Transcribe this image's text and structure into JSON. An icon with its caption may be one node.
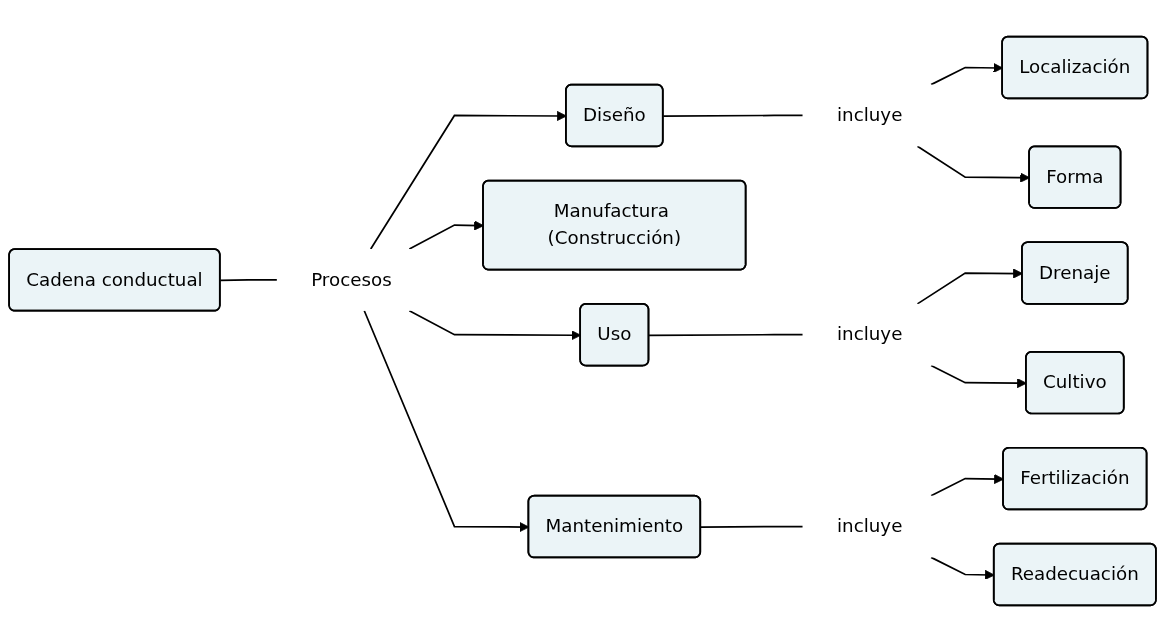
{
  "diagram": {
    "nodes": [
      {
        "text": [
          "Cadena conductual"
        ]
      },
      {
        "text": [
          "Procesos"
        ]
      },
      {
        "text": [
          "Diseño"
        ]
      },
      {
        "text": [
          "incluye"
        ]
      },
      {
        "text": [
          "Localización"
        ]
      },
      {
        "text": [
          "Forma"
        ]
      },
      {
        "text": [
          "Manufactura (Construcción)"
        ]
      },
      {
        "text": [
          "Uso"
        ]
      },
      {
        "text": [
          "incluye"
        ]
      },
      {
        "text": [
          "Drenaje"
        ]
      },
      {
        "text": [
          "Cultivo"
        ]
      },
      {
        "text": [
          "Mantenimiento"
        ]
      },
      {
        "text": [
          "incluye"
        ]
      },
      {
        "text": [
          "Fertilización"
        ]
      },
      {
        "text": [
          "Readecuación"
        ]
      }
    ],
    "edges": [
      {
        "from": 0,
        "to": 1,
        "arrow": "none"
      },
      {
        "from": 1,
        "to": 2,
        "arrow": "to"
      },
      {
        "from": 1,
        "to": 6,
        "arrow": "to"
      },
      {
        "from": 1,
        "to": 7,
        "arrow": "to"
      },
      {
        "from": 1,
        "to": 11,
        "arrow": "to"
      },
      {
        "from": 2,
        "to": 3,
        "arrow": "none"
      },
      {
        "from": 3,
        "to": 4,
        "arrow": "to"
      },
      {
        "from": 3,
        "to": 5,
        "arrow": "to"
      },
      {
        "from": 7,
        "to": 8,
        "arrow": "none"
      },
      {
        "from": 8,
        "to": 9,
        "arrow": "to"
      },
      {
        "from": 8,
        "to": 10,
        "arrow": "to"
      },
      {
        "from": 11,
        "to": 12,
        "arrow": "none"
      },
      {
        "from": 12,
        "to": 13,
        "arrow": "to"
      },
      {
        "from": 12,
        "to": 14,
        "arrow": "to"
      }
    ]
  }
}
